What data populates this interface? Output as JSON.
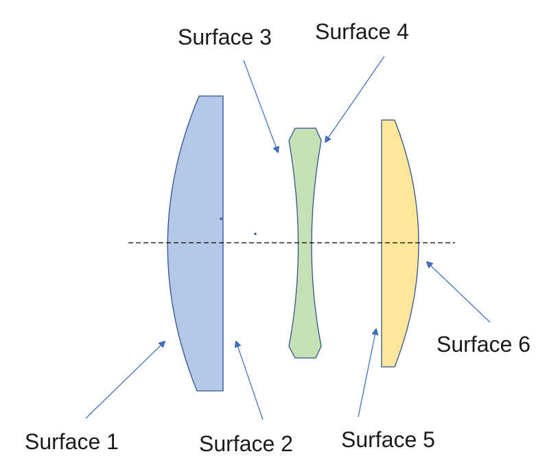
{
  "labels": {
    "surface1": "Surface 1",
    "surface2": "Surface 2",
    "surface3": "Surface 3",
    "surface4": "Surface 4",
    "surface5": "Surface 5",
    "surface6": "Surface 6"
  },
  "colors": {
    "lens1_fill": "#b4c7e7",
    "lens2_fill": "#c5e0b4",
    "lens3_fill": "#ffe699",
    "outline": "#2f528f",
    "arrow": "#4472c4",
    "axis": "#000000"
  }
}
